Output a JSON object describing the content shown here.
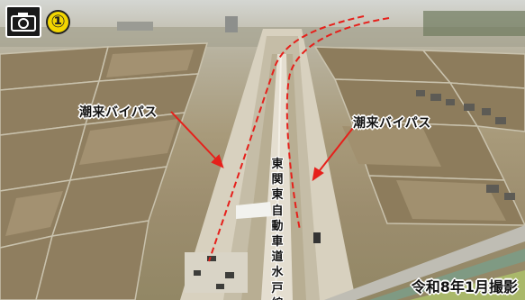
{
  "photo": {
    "number": "①",
    "label_left": "潮来バイパス",
    "label_right": "潮来バイパス",
    "expressway_label": "東関東自動車道水戸線",
    "date_caption": "令和8年1月撮影"
  },
  "colors": {
    "route_line": "#e6201b",
    "badge_yellow": "#f2d600",
    "badge_black": "#1a1a1a"
  },
  "icons": {
    "camera": "camera-icon"
  }
}
